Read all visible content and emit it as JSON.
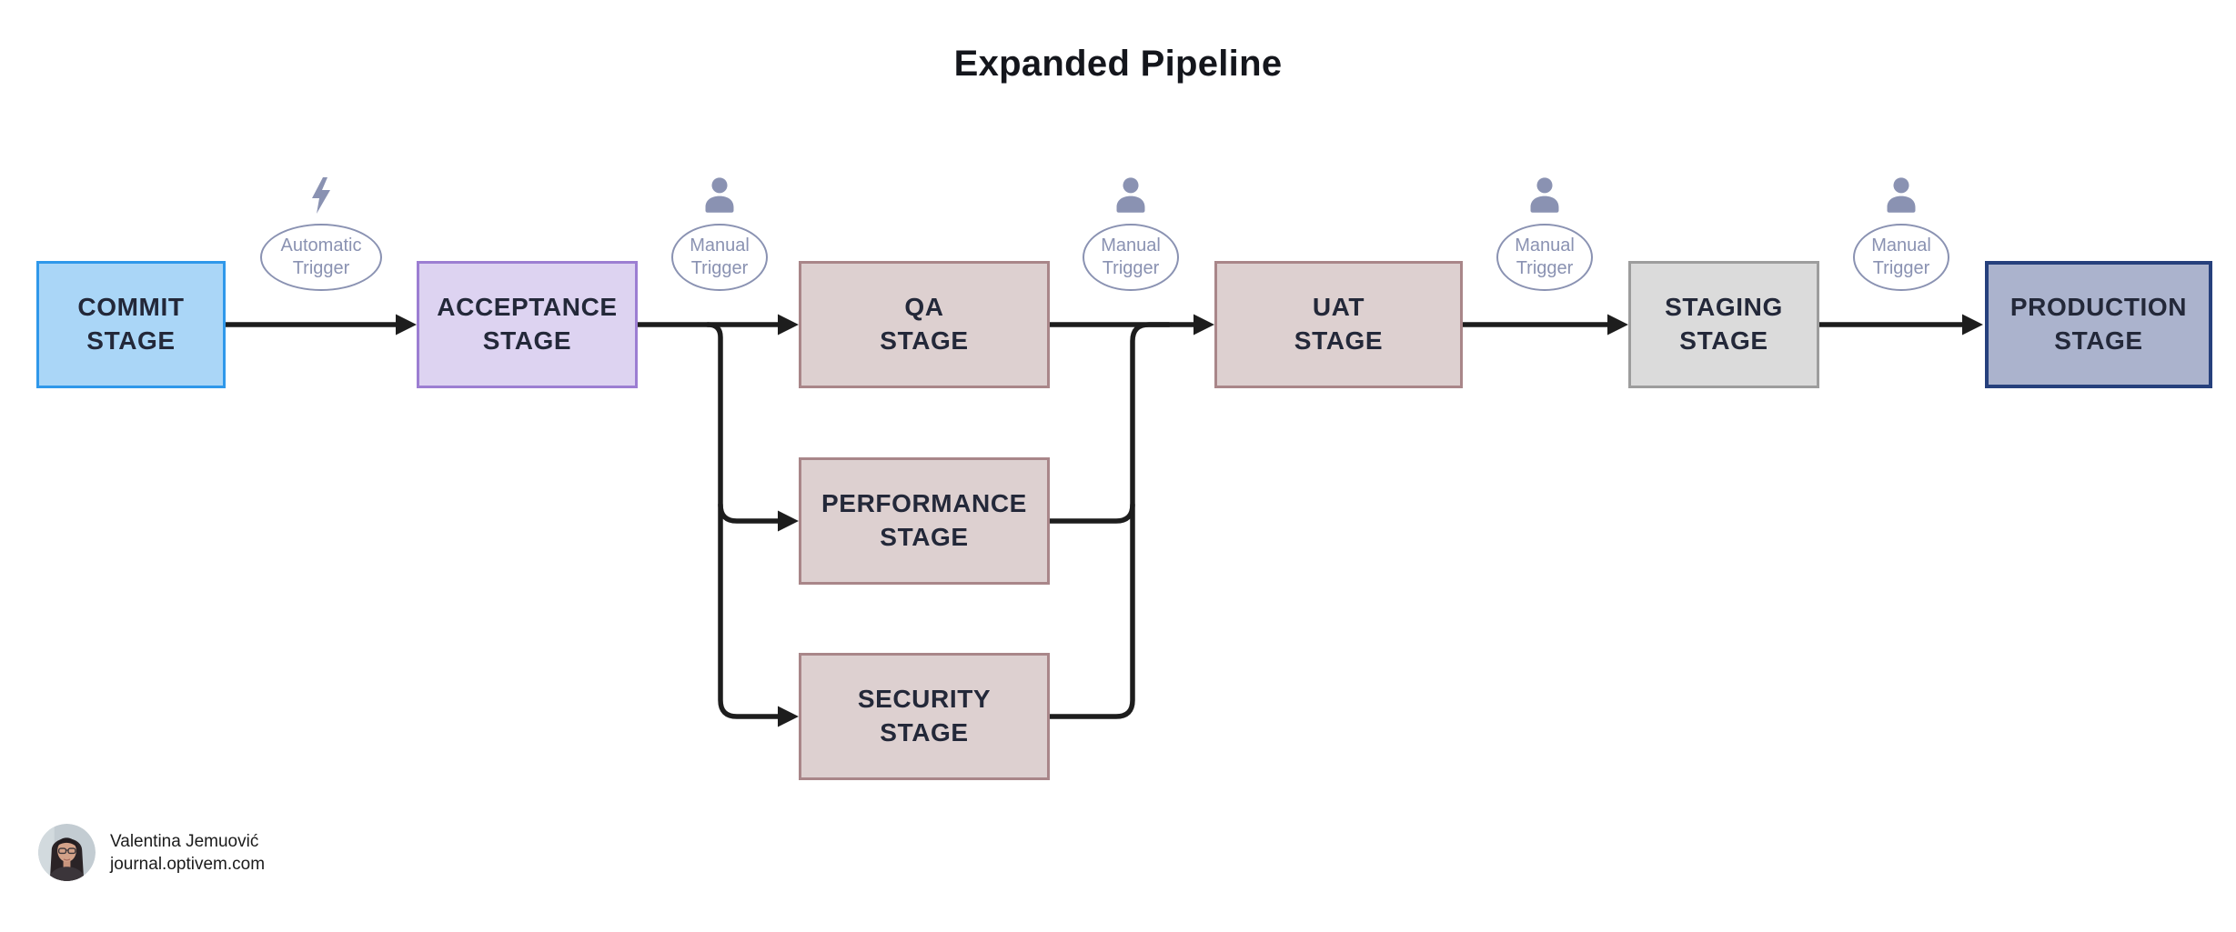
{
  "title": "Expanded Pipeline",
  "stages": [
    {
      "id": "commit",
      "label": "COMMIT\nSTAGE"
    },
    {
      "id": "acceptance",
      "label": "ACCEPTANCE\nSTAGE"
    },
    {
      "id": "qa",
      "label": "QA\nSTAGE"
    },
    {
      "id": "performance",
      "label": "PERFORMANCE\nSTAGE"
    },
    {
      "id": "security",
      "label": "SECURITY\nSTAGE"
    },
    {
      "id": "uat",
      "label": "UAT\nSTAGE"
    },
    {
      "id": "staging",
      "label": "STAGING\nSTAGE"
    },
    {
      "id": "production",
      "label": "PRODUCTION\nSTAGE"
    }
  ],
  "triggers": [
    {
      "type": "automatic",
      "icon": "lightning-icon",
      "label": "Automatic\nTrigger"
    },
    {
      "type": "manual",
      "icon": "person-icon",
      "label": "Manual\nTrigger"
    },
    {
      "type": "manual",
      "icon": "person-icon",
      "label": "Manual\nTrigger"
    },
    {
      "type": "manual",
      "icon": "person-icon",
      "label": "Manual\nTrigger"
    },
    {
      "type": "manual",
      "icon": "person-icon",
      "label": "Manual\nTrigger"
    }
  ],
  "credit": {
    "name": "Valentina Jemuović",
    "site": "journal.optivem.com"
  },
  "colors": {
    "commit_fill": "#AAD6F7",
    "commit_border": "#2F98EA",
    "acceptance_fill": "#DDD3F1",
    "acceptance_border": "#9C7ED2",
    "test_fill": "#DDD0D0",
    "test_border": "#A98689",
    "staging_fill": "#DBDBDB",
    "staging_border": "#9D9D9D",
    "production_fill": "#ABB3CD",
    "production_border": "#26407C",
    "trigger": "#8A92B2",
    "arrow": "#1D1D1D",
    "stage_text": "#232839",
    "title_text": "#14161C",
    "credit_text": "#1B1B1B"
  }
}
